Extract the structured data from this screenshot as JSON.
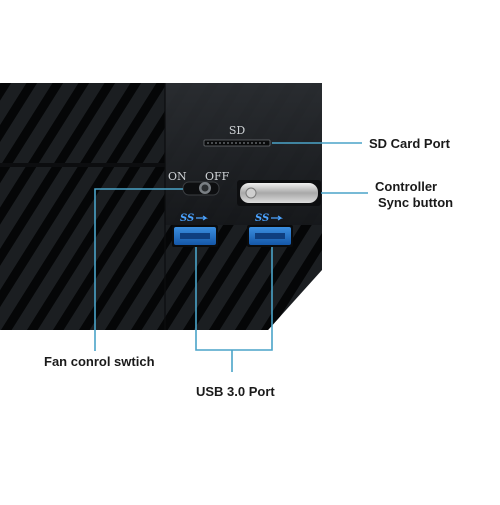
{
  "device": {
    "sd_label": "SD",
    "on_label": "ON",
    "off_label": "OFF",
    "usb_logo_text": "SS"
  },
  "callouts": {
    "sd_card_port": "SD Card Port",
    "controller_sync_line1": "Controller",
    "controller_sync_line2": "Sync button",
    "fan_control_switch": "Fan conrol swtich",
    "usb_port": "USB 3.0 Port"
  },
  "colors": {
    "callout_line": "#4aa3c8",
    "device_body": "#1b1e21",
    "usb_port_blue": "#1e6fc4"
  }
}
